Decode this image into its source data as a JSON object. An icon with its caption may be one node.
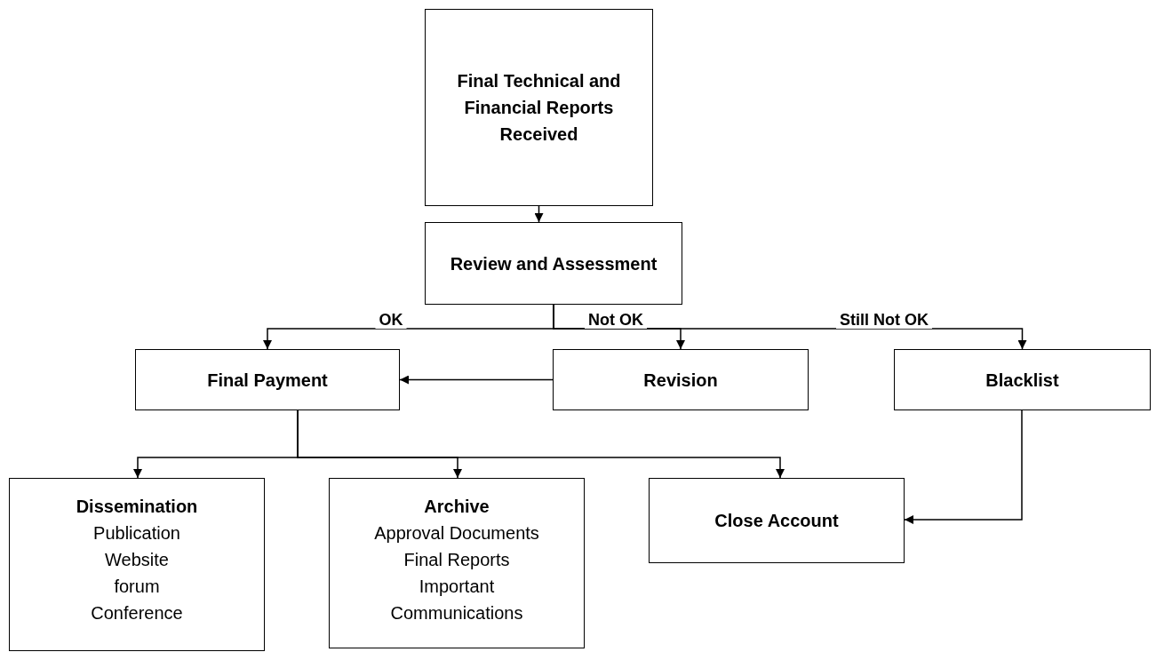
{
  "diagram": {
    "nodes": [
      {
        "text": [
          "Final Technical and Financial Reports Received"
        ]
      },
      {
        "text": [
          "Review and Assessment"
        ]
      },
      {
        "text": [
          "Final Payment"
        ]
      },
      {
        "text": [
          "Revision"
        ]
      },
      {
        "text": [
          "Blacklist"
        ]
      },
      {
        "text": [
          "Dissemination",
          "Publication",
          "Website",
          "forum",
          "Conference"
        ]
      },
      {
        "text": [
          "Archive",
          "Approval Documents",
          "Final Reports",
          "Important",
          "Communications"
        ]
      },
      {
        "text": [
          "Close Account"
        ]
      }
    ],
    "edges": [
      {
        "from": 0,
        "to": 1,
        "arrow": "to"
      },
      {
        "from": 1,
        "to": 2,
        "arrow": "to",
        "label": "OK"
      },
      {
        "from": 1,
        "to": 3,
        "arrow": "to",
        "label": "Not OK"
      },
      {
        "from": 1,
        "to": 4,
        "arrow": "to",
        "label": "Still Not OK"
      },
      {
        "from": 3,
        "to": 2,
        "arrow": "to"
      },
      {
        "from": 2,
        "to": 5,
        "arrow": "to"
      },
      {
        "from": 2,
        "to": 6,
        "arrow": "to"
      },
      {
        "from": 2,
        "to": 7,
        "arrow": "to"
      },
      {
        "from": 4,
        "to": 7,
        "arrow": "to"
      }
    ]
  }
}
